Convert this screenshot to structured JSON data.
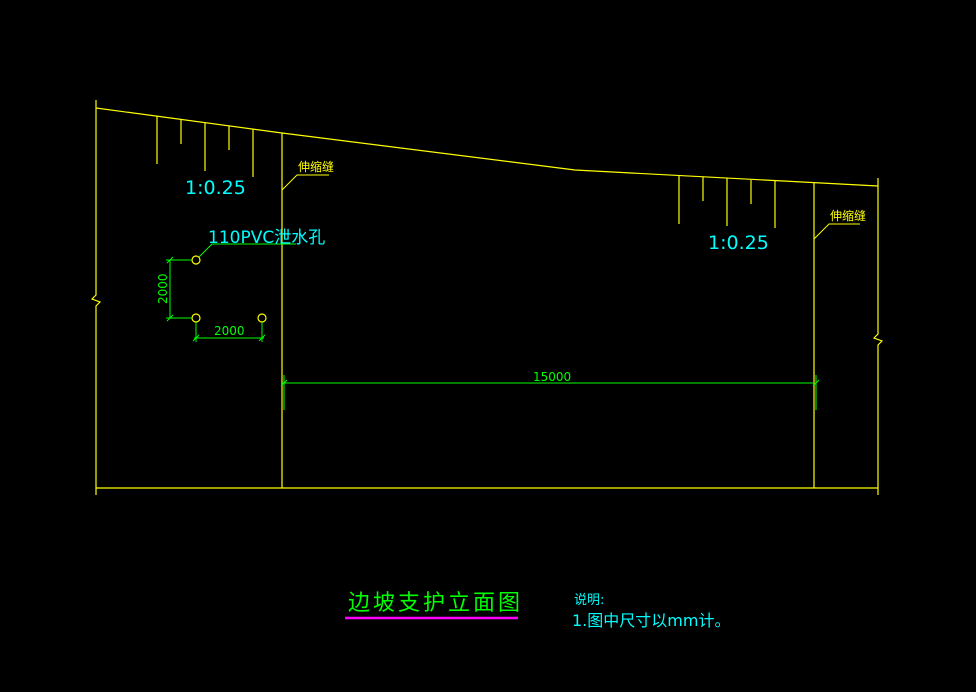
{
  "colors": {
    "background": "#000000",
    "outline": "#ffff00",
    "dimension": "#00ff00",
    "text_cyan": "#00ffff",
    "title_green": "#00ff00",
    "title_underline": "#ff00ff",
    "drain_hole": "#ffff00"
  },
  "slope_ratio_left": "1:0.25",
  "slope_ratio_right": "1:0.25",
  "expansion_joint_left": "伸缩缝",
  "expansion_joint_right": "伸缩缝",
  "drain_hole_label": "110PVC泄水孔",
  "dim_vertical": "2000",
  "dim_horizontal_small": "2000",
  "dim_horizontal_main": "15000",
  "title": "边坡支护立面图",
  "notes": {
    "heading": "说明:",
    "item1": "1.图中尺寸以mm计。"
  }
}
